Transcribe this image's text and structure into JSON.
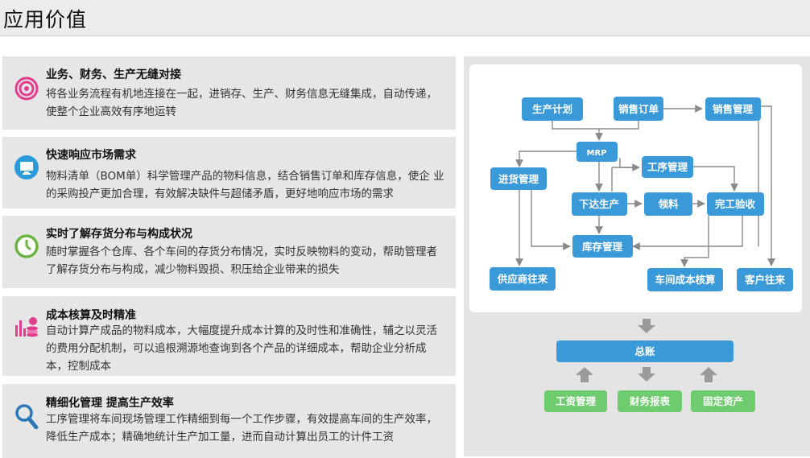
{
  "header": {
    "title": "应用价值"
  },
  "features": [
    {
      "title": "业务、财务、生产无缝对接",
      "desc": "将各业务流程有机地连接在一起，进销存、生产、财务信息无缝集成，自动传递，使整个企业高效有序地运转",
      "icon": "target-icon",
      "color": "#e23c8c"
    },
    {
      "title": "快速响应市场需求",
      "desc": "物料清单（BOM单）科学管理产品的物料信息，结合销售订单和库存信息，使企 业的采购投产更加合理，有效解决缺件与超储矛盾，更好地响应市场的需求",
      "icon": "monitor-icon",
      "color": "#2a9ad8"
    },
    {
      "title": "实时了解存货分布与构成状况",
      "desc": "随时掌握各个仓库、各个车间的存货分布情况，实时反映物料的变动，帮助管理者了解存货分布与构成，减少物料毁损、积压给企业带来的损失",
      "icon": "clock-icon",
      "color": "#6db33f"
    },
    {
      "title": "成本核算及时精准",
      "desc": "自动计算产成品的物料成本，大幅度提升成本计算的及时性和准确性，辅之以灵活的费用分配机制，可以追根溯源地查询到各个产品的详细成本，帮助企业分析成本，控制成本",
      "icon": "coins-icon",
      "color": "#e23c8c"
    },
    {
      "title": "精细化管理 提高生产效率",
      "desc": "工序管理将车间现场管理工作精细到每一个工作步骤，有效提高车间的生产效率， 降低生产成本；精确地统计生产加工量，进而自动计算出员工的计件工资",
      "icon": "magnifier-icon",
      "color": "#2a78b8"
    }
  ],
  "flow": {
    "nodes": {
      "scjh": "生产计划",
      "xsdd": "销售订单",
      "xsgl": "销售管理",
      "mrp": "MRP",
      "jhgl": "进货管理",
      "gxgl": "工序管理",
      "xdsc": "下达生产",
      "ll": "领料",
      "wgys": "完工验收",
      "kcgl": "库存管理",
      "gyswl": "供应商往来",
      "cjcbhs": "车间成本核算",
      "khwl": "客户往来",
      "zz": "总账",
      "gzgl": "工资管理",
      "cwbb": "财务报表",
      "gdzc": "固定资产"
    },
    "colors": {
      "blue": "#3a9ad9",
      "green": "#6ecb6e",
      "arrow": "#8a8a8a"
    }
  }
}
